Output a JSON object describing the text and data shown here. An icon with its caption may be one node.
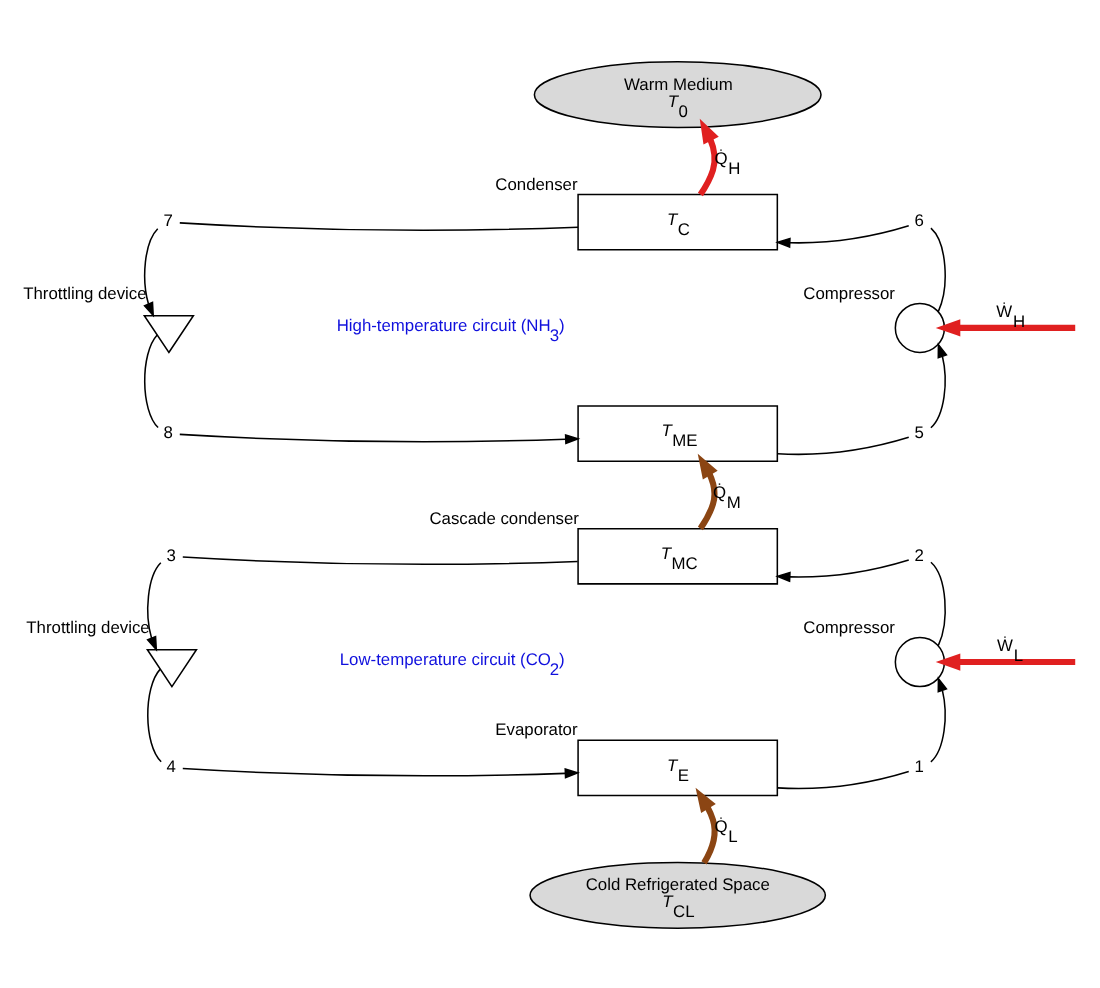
{
  "diagram": {
    "nodes": [
      {
        "text": [
          "Warm Medium",
          "*T*$_{0}$"
        ]
      },
      {
        "text": [
          "7"
        ]
      },
      {
        "text": [
          "*T*$_{C}$"
        ],
        "beside": [
          "Condenser"
        ]
      },
      {
        "text": [
          "6"
        ]
      },
      {
        "text": [],
        "shape": "valve",
        "beside": [
          "Throttling device"
        ]
      },
      {
        "text": [],
        "shape": "circle",
        "beside": [
          "Compressor"
        ]
      },
      {
        "text": [
          "8"
        ]
      },
      {
        "text": [
          "*T*$_{ME}$"
        ]
      },
      {
        "text": [
          "5"
        ]
      },
      {
        "text": [
          "3"
        ]
      },
      {
        "text": [
          "*T*$_{MC}$"
        ],
        "beside": [
          "Cascade condenser"
        ]
      },
      {
        "text": [
          "2"
        ]
      },
      {
        "text": [],
        "shape": "valve",
        "beside": [
          "Throttling device"
        ]
      },
      {
        "text": [],
        "shape": "circle",
        "beside": [
          "Compressor"
        ]
      },
      {
        "text": [
          "4"
        ]
      },
      {
        "text": [
          "*T*$_{E}$"
        ],
        "beside": [
          "Evaporator"
        ]
      },
      {
        "text": [
          "1"
        ]
      },
      {
        "text": [
          "Cold Refrigerated Space",
          "*T*$_{CL}$"
        ]
      }
    ],
    "edges": [
      {
        "from": 5,
        "to": 3,
        "arrow": "none"
      },
      {
        "from": 3,
        "to": 2,
        "arrow": "to"
      },
      {
        "from": 2,
        "to": 1,
        "arrow": "none"
      },
      {
        "from": 1,
        "to": 4,
        "arrow": "to"
      },
      {
        "from": 4,
        "to": 6,
        "arrow": "none"
      },
      {
        "from": 6,
        "to": 7,
        "arrow": "to"
      },
      {
        "from": 7,
        "to": 8,
        "arrow": "none"
      },
      {
        "from": 8,
        "to": 5,
        "arrow": "to"
      },
      {
        "from": 13,
        "to": 11,
        "arrow": "none"
      },
      {
        "from": 11,
        "to": 10,
        "arrow": "to"
      },
      {
        "from": 10,
        "to": 9,
        "arrow": "none"
      },
      {
        "from": 9,
        "to": 12,
        "arrow": "to"
      },
      {
        "from": 12,
        "to": 14,
        "arrow": "none"
      },
      {
        "from": 14,
        "to": 15,
        "arrow": "to"
      },
      {
        "from": 15,
        "to": 16,
        "arrow": "none"
      },
      {
        "from": 16,
        "to": 13,
        "arrow": "to"
      },
      {
        "from": 2,
        "to": 0,
        "arrow": "to",
        "label": "Q̇$_{H}$",
        "style": "thick",
        "color": "#e02020"
      },
      {
        "from": 10,
        "to": 7,
        "arrow": "to",
        "label": "Q̇$_{M}$",
        "style": "thick",
        "color": "#8b4513"
      },
      {
        "from": 17,
        "to": 15,
        "arrow": "to",
        "label": "Q̇$_{L}$",
        "style": "thick",
        "color": "#8b4513"
      },
      {
        "from": null,
        "to": 5,
        "arrow": "to",
        "label": "Ẇ$_{H}$",
        "style": "thick",
        "color": "#e02020"
      },
      {
        "from": null,
        "to": 13,
        "arrow": "to",
        "label": "Ẇ$_{L}$",
        "style": "thick",
        "color": "#e02020"
      }
    ],
    "labels": [
      "High-temperature circuit (NH$_{3}$)",
      "Low-temperature circuit (CO$_{2}$)"
    ]
  }
}
